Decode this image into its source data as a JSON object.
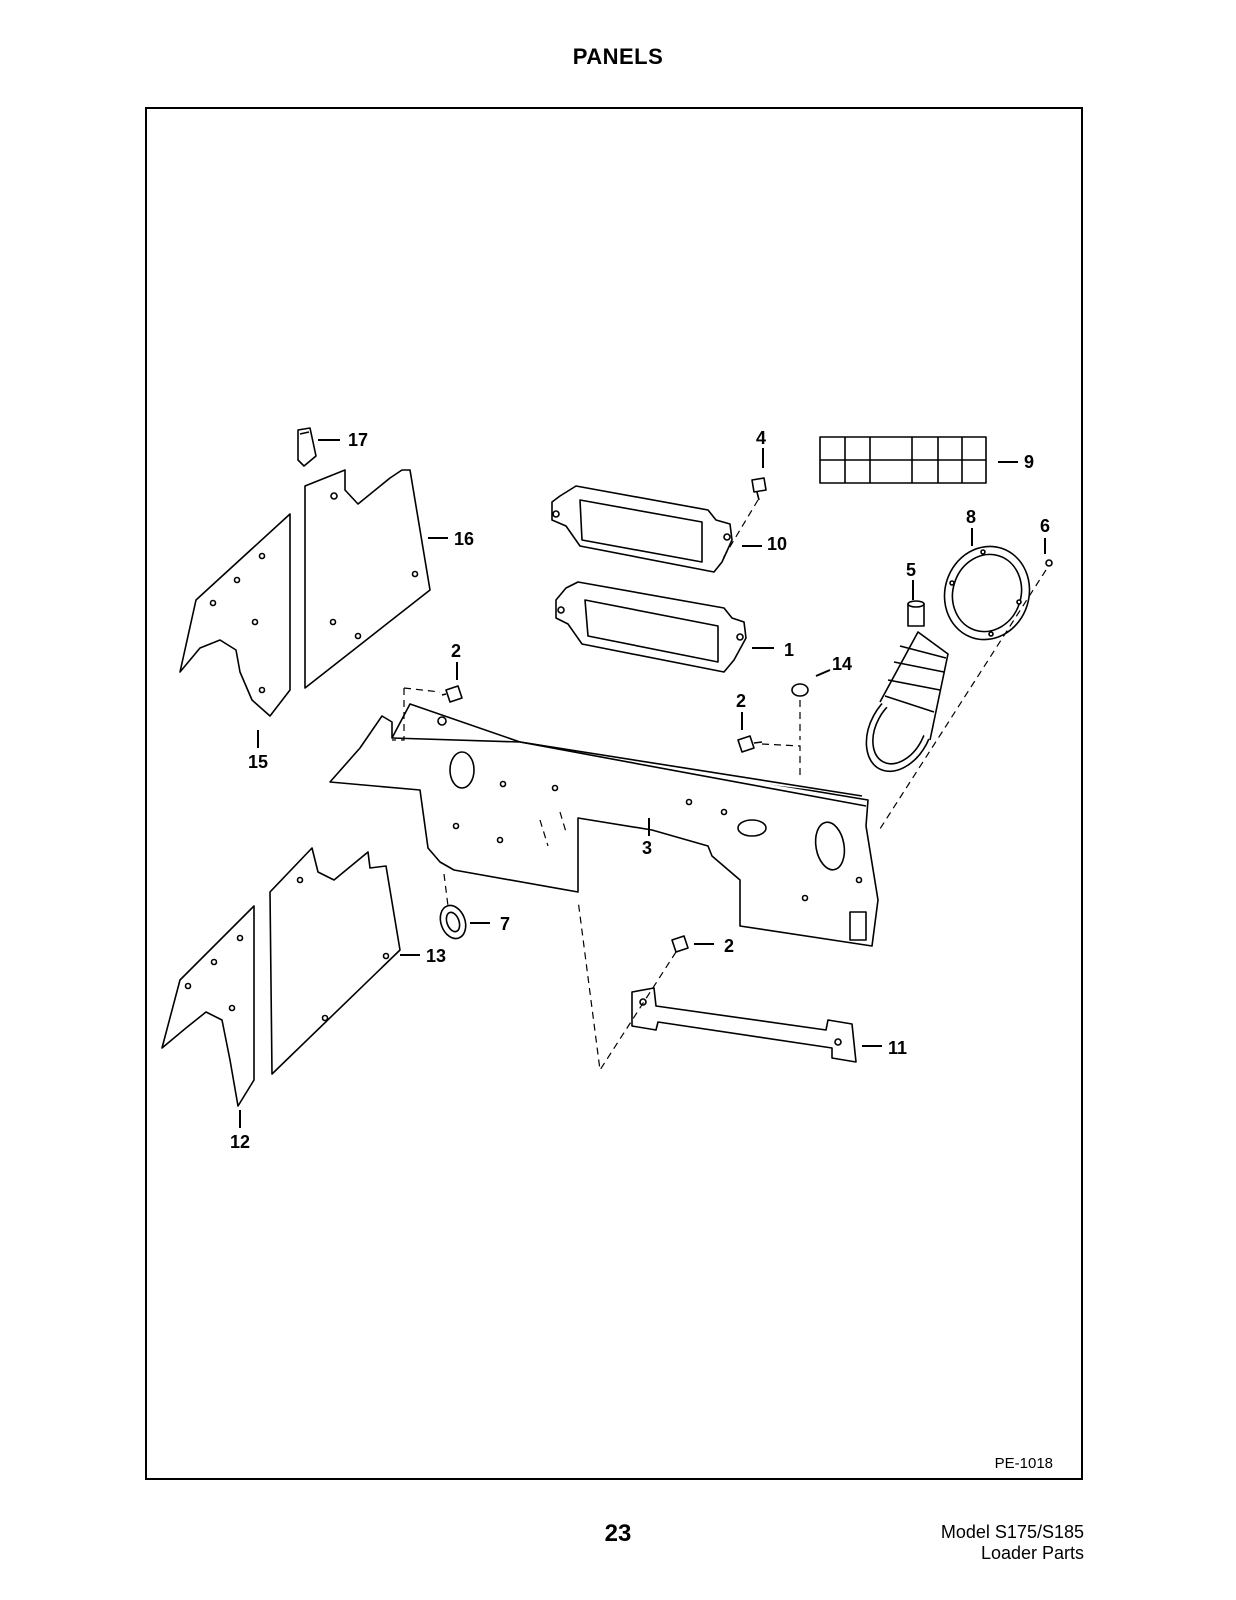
{
  "page": {
    "title": "PANELS",
    "figure_ref": "PE-1018",
    "page_number": "23",
    "model_line": "Model S175/S185",
    "subtitle_line": "Loader Parts"
  },
  "callouts": {
    "c1": "1",
    "c2a": "2",
    "c2b": "2",
    "c2c": "2",
    "c3": "3",
    "c4": "4",
    "c5": "5",
    "c6": "6",
    "c7": "7",
    "c8": "8",
    "c9": "9",
    "c10": "10",
    "c11": "11",
    "c12": "12",
    "c13": "13",
    "c14": "14",
    "c15": "15",
    "c16": "16",
    "c17": "17"
  }
}
